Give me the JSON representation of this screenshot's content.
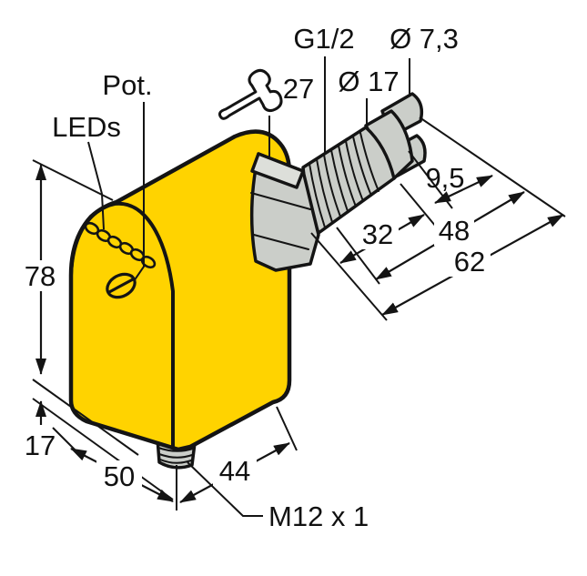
{
  "drawing": {
    "title": "flow-sensor-dimensional-drawing",
    "callouts": {
      "leds": "LEDs",
      "pot": "Pot.",
      "wrench_size": "27",
      "process_thread": "G1/2",
      "probe_diameter": "Ø 7,3",
      "body_diameter": "Ø 17",
      "connector_thread": "M12 x 1"
    },
    "dimensions": {
      "housing_height": "78",
      "probe_offset": "9,5",
      "thread_length": "32",
      "insertion_48": "48",
      "insertion_62": "62",
      "base_height": "17",
      "housing_width": "50",
      "housing_depth": "44"
    },
    "colors": {
      "housing": "#FFD300",
      "metal": "#CBCEC9",
      "metal_light": "#DDDFDA",
      "line": "#141414",
      "background": "#FFFFFF"
    }
  }
}
